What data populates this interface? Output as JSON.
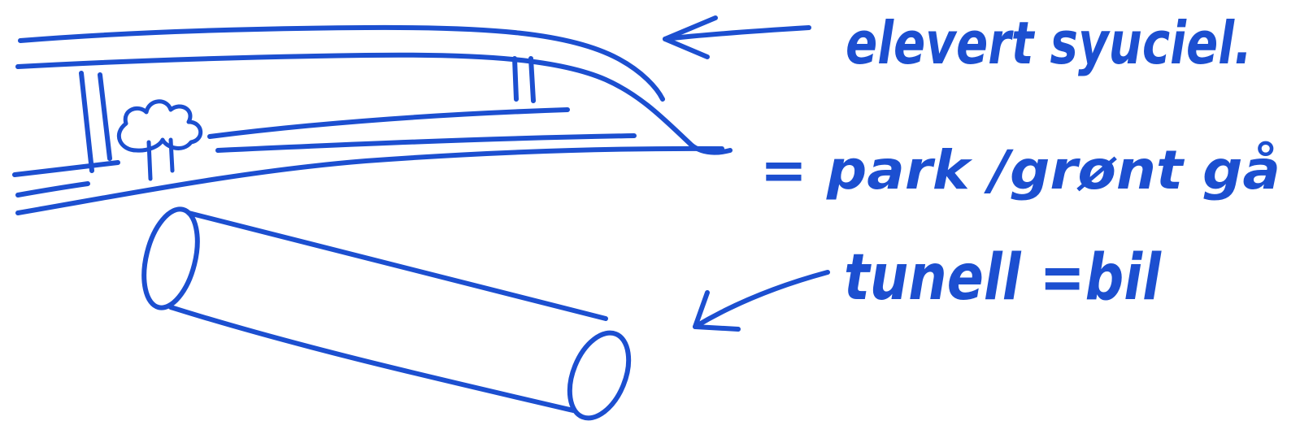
{
  "colors": {
    "ink": "#1c4fd0",
    "background": "#ffffff"
  },
  "labels": {
    "elevated_label": "elevert syuciel.",
    "park_label": "= park /grønt gå",
    "tunnel_label": "tunell =bil"
  },
  "icons": {
    "tree": "tree-icon",
    "arrow_elevated": "arrow-left-icon",
    "arrow_tunnel": "arrow-left-icon"
  }
}
